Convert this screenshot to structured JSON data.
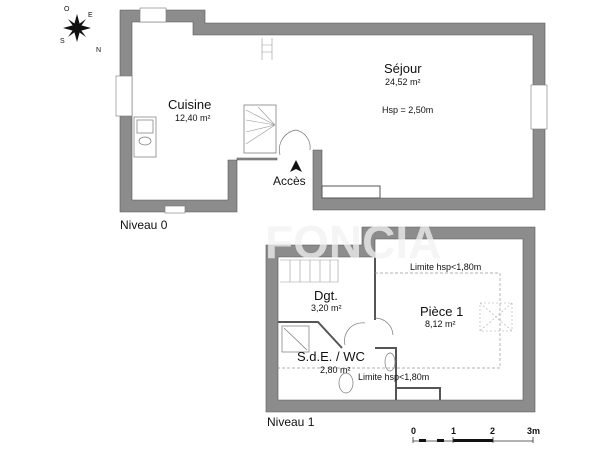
{
  "watermark": "FONCIA",
  "compass": {
    "letters": [
      "N",
      "E",
      "S",
      "O"
    ]
  },
  "level0": {
    "label": "Niveau 0",
    "rooms": [
      {
        "name": "Cuisine",
        "area": "12,40 m²"
      },
      {
        "name": "Séjour",
        "area": "24,52 m²",
        "note": "Hsp = 2,50m"
      }
    ],
    "access": "Accès"
  },
  "level1": {
    "label": "Niveau 1",
    "rooms": [
      {
        "name": "Dgt.",
        "area": "3,20 m²"
      },
      {
        "name": "Pièce 1",
        "area": "8,12 m²"
      },
      {
        "name": "S.d.E. / WC",
        "area": "2,80 m²"
      }
    ],
    "limits": [
      "Limite hsp<1,80m",
      "Limite hsp<1,80m"
    ]
  },
  "scale": {
    "ticks": [
      "0",
      "1",
      "2",
      "3m"
    ]
  },
  "colors": {
    "wall": "#8c8c8c",
    "wall_edge": "#555555"
  }
}
